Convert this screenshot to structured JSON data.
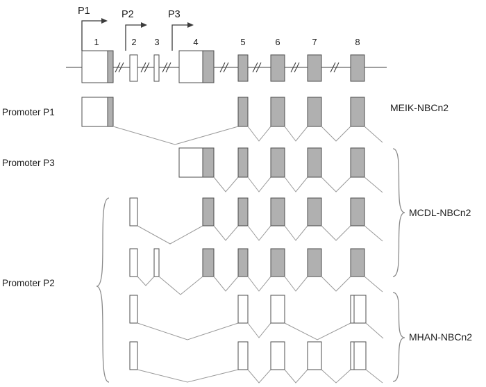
{
  "colors": {
    "exon_fill": "#b0b0b0",
    "exon_white": "#ffffff",
    "box_stroke": "#4d4d4d",
    "splice_line": "#999999",
    "gene_line": "#3c3c3c",
    "text_color": "#1c1c1c",
    "background": "#ffffff"
  },
  "gene_map": {
    "exon_numbers": [
      "1",
      "2",
      "3",
      "4",
      "5",
      "6",
      "7",
      "8"
    ],
    "promoters": {
      "p1": "P1",
      "p2": "P2",
      "p3": "P3"
    }
  },
  "transcript_groups": {
    "left_labels": {
      "promoter_p1": "Promoter P1",
      "promoter_p3": "Promoter P3",
      "promoter_p2": "Promoter P2"
    },
    "right_labels": {
      "meik": "MEIK-NBCn2",
      "mcdl": "MCDL-NBCn2",
      "mhan": "MHAN-NBCn2"
    }
  },
  "transcripts": [
    {
      "row": 1,
      "promoter": "P1",
      "product": "MEIK-NBCn2",
      "exons": [
        "1",
        "5",
        "6",
        "7",
        "8"
      ]
    },
    {
      "row": 2,
      "promoter": "P3",
      "product": "MCDL-NBCn2",
      "exons": [
        "4",
        "5",
        "6",
        "7",
        "8"
      ]
    },
    {
      "row": 3,
      "promoter": "P2",
      "product": "MCDL-NBCn2",
      "exons": [
        "2",
        "4",
        "5",
        "6",
        "7",
        "8"
      ]
    },
    {
      "row": 4,
      "promoter": "P2",
      "product": "MCDL-NBCn2",
      "exons": [
        "2",
        "3",
        "4",
        "5",
        "6",
        "7",
        "8"
      ]
    },
    {
      "row": 5,
      "promoter": "P2",
      "product": "MHAN-NBCn2",
      "exons": [
        "2",
        "5",
        "6",
        "8"
      ]
    },
    {
      "row": 6,
      "promoter": "P2",
      "product": "MHAN-NBCn2",
      "exons": [
        "2",
        "5",
        "6",
        "7",
        "8"
      ]
    }
  ]
}
